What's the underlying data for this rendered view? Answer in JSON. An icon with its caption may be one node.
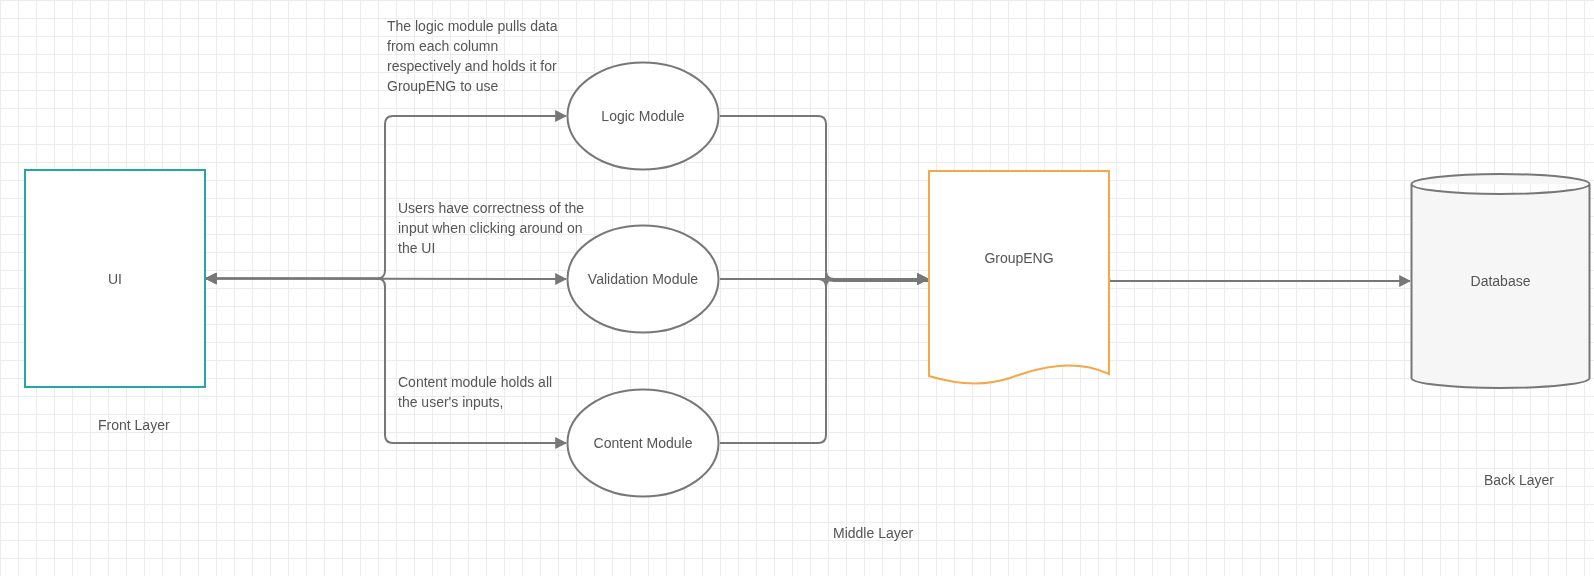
{
  "diagram": {
    "nodes": [
      {
        "text": [
          "UI"
        ]
      },
      {
        "text": [
          "Logic Module"
        ]
      },
      {
        "text": [
          "Validation Module"
        ]
      },
      {
        "text": [
          "Content Module"
        ]
      },
      {
        "text": [
          "GroupENG"
        ]
      },
      {
        "text": [
          "Database"
        ]
      }
    ],
    "edges": [
      {
        "from": 0,
        "to": 1,
        "arrow": "both"
      },
      {
        "from": 0,
        "to": 2,
        "arrow": "both"
      },
      {
        "from": 0,
        "to": 3,
        "arrow": "both"
      },
      {
        "from": 1,
        "to": 4,
        "arrow": "to"
      },
      {
        "from": 2,
        "to": 4,
        "arrow": "to"
      },
      {
        "from": 3,
        "to": 4,
        "arrow": "to"
      },
      {
        "from": 4,
        "to": 5,
        "arrow": "both"
      }
    ],
    "labels": [
      "The logic module pulls data from each column respectively and holds it for GroupENG to use",
      "Users  have correctness of the input when clicking around on the UI",
      "Content module holds all the user's inputs,",
      "Front Layer",
      "Back Layer",
      "Middle Layer"
    ]
  }
}
